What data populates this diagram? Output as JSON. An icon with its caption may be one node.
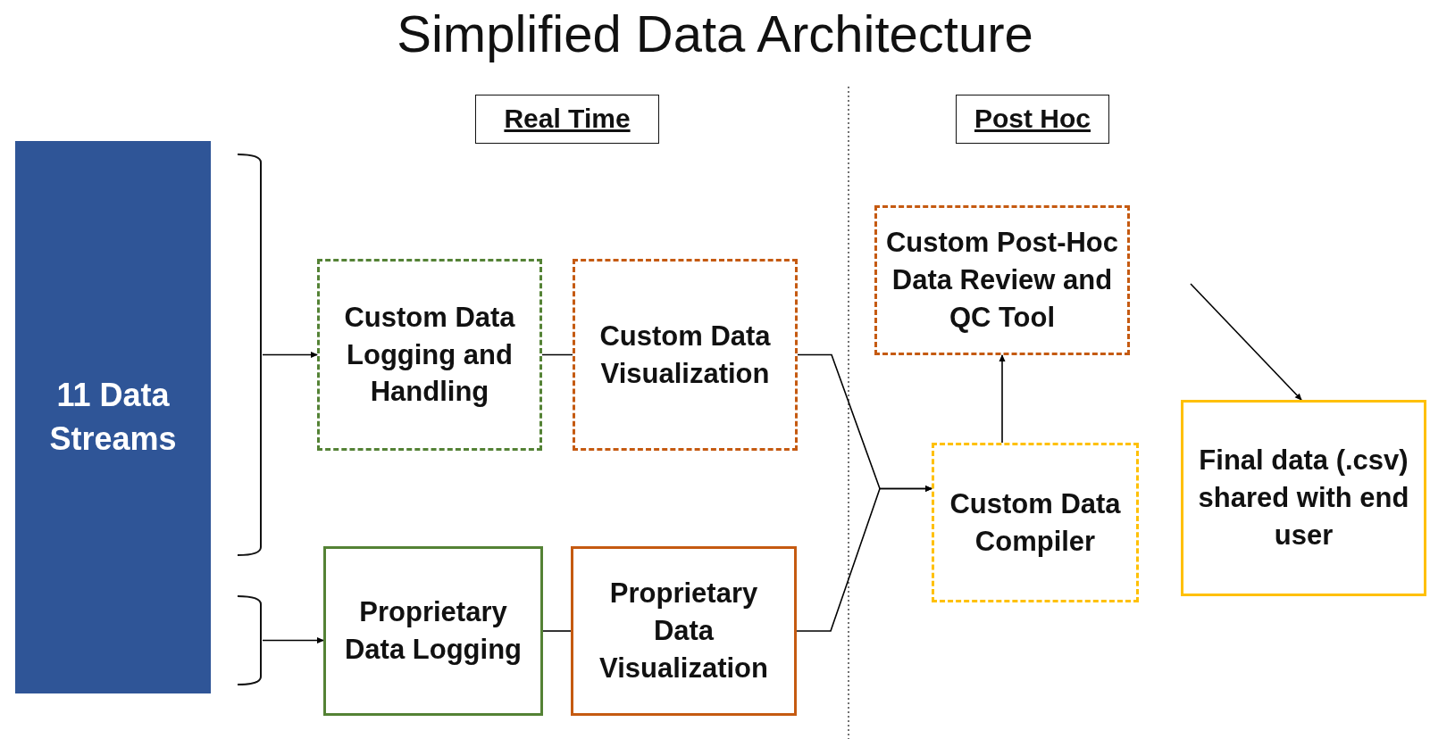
{
  "diagram": {
    "title": "Simplified Data Architecture",
    "nodes": [
      {
        "text": [
          "11 Data Streams"
        ]
      },
      {
        "text": [
          "Real Time"
        ]
      },
      {
        "text": [
          "Post Hoc"
        ]
      },
      {
        "text": [],
        "shape": "bracket"
      },
      {
        "text": [],
        "shape": "bracket"
      },
      {
        "text": [
          "Custom Data Logging and Handling"
        ]
      },
      {
        "text": [
          "Custom Data Visualization"
        ]
      },
      {
        "text": [
          "Proprietary Data Logging"
        ]
      },
      {
        "text": [
          "Proprietary Data Visualization"
        ]
      },
      {
        "text": [
          "Custom Post-Hoc Data Review and QC Tool"
        ]
      },
      {
        "text": [
          "Custom Data Compiler"
        ]
      },
      {
        "text": [
          "Final data (.csv) shared with end user"
        ]
      }
    ],
    "edges": [
      {
        "from": 3,
        "to": 5,
        "arrow": "to"
      },
      {
        "from": 4,
        "to": 7,
        "arrow": "to"
      },
      {
        "from": 5,
        "to": 6,
        "arrow": "none"
      },
      {
        "from": 7,
        "to": 8,
        "arrow": "none"
      },
      {
        "from": 6,
        "to": 10,
        "arrow": "to"
      },
      {
        "from": 8,
        "to": 10,
        "arrow": "to"
      },
      {
        "from": 10,
        "to": 9,
        "arrow": "to"
      },
      {
        "from": 9,
        "to": 11,
        "arrow": "to"
      }
    ]
  }
}
